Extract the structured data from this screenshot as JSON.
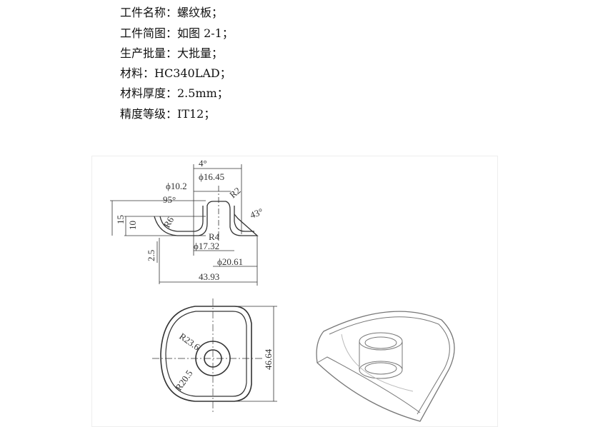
{
  "specs": [
    "工件名称：螺纹板；",
    "工件简图：如图 2-1；",
    "生产批量：大批量；",
    "材料：HC340LAD；",
    "材料厚度：2.5mm；",
    "精度等级：IT12；"
  ],
  "figure": {
    "dims": {
      "angle4": "4°",
      "d1645": "ϕ16.45",
      "d102": "ϕ10.2",
      "r2": "R2",
      "a95": "95°",
      "r6": "R6",
      "a43": "43°",
      "h15": "15",
      "h10": "10",
      "t25": "2.5",
      "r4": "R4",
      "d1732": "ϕ17.32",
      "d2061": "ϕ20.61",
      "w4393": "43.93",
      "r236": "R23.6",
      "r205": "R20.5",
      "h4664": "46.64"
    }
  }
}
